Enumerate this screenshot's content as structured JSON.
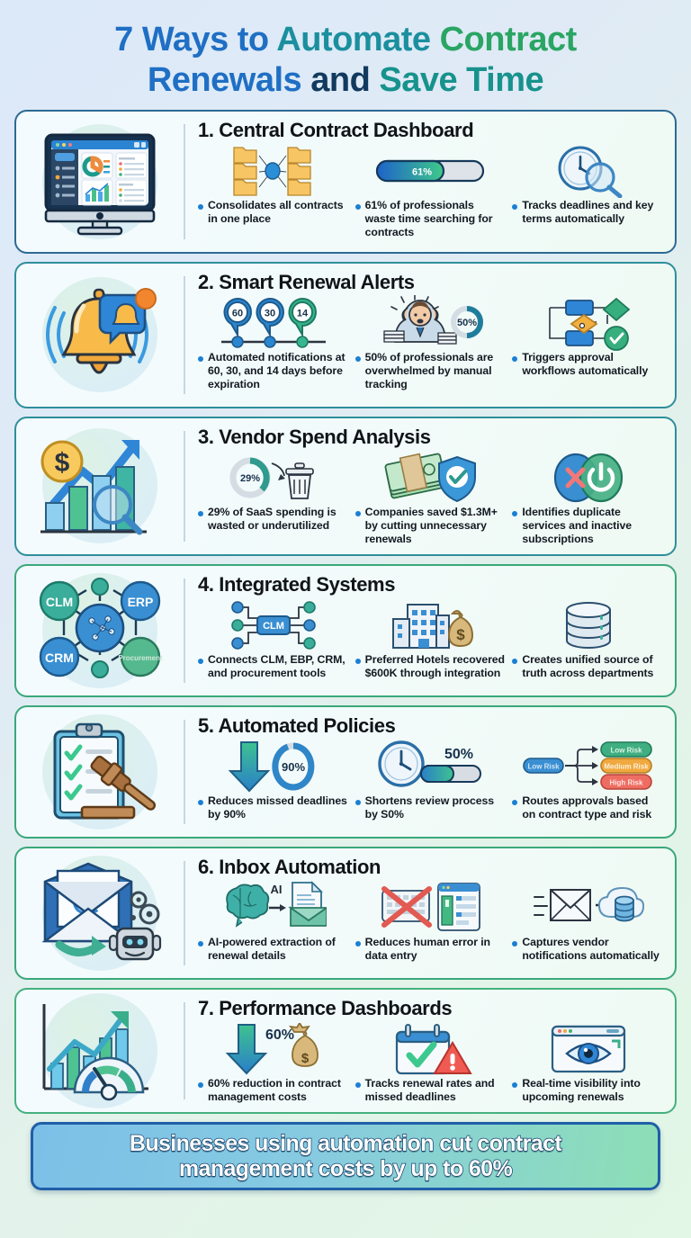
{
  "title": {
    "line1_a": "7 Ways to ",
    "line1_b": "Automate ",
    "line1_c": "Contract",
    "line2_a": "Renewals ",
    "line2_b": "and ",
    "line2_c": "Save Time"
  },
  "colors": {
    "blue": "#1f6fc4",
    "dark_navy": "#123a5e",
    "teal": "#1b8f9e",
    "green": "#2aa563",
    "bullet_dot": "#1a7fd4",
    "card_border_blue": "#2d6a94",
    "card_border_green": "#3aa87a",
    "footer_border": "#1f5fa8"
  },
  "sections": [
    {
      "number": "1.",
      "heading": "1. Central Contract Dashboard",
      "hero_icon": "desktop-dashboard-icon",
      "columns": [
        {
          "art": "folder-network-icon",
          "text": "Consolidates all contracts in one place"
        },
        {
          "art": "progress-bar-61",
          "stat": "61%",
          "text": "61% of professionals waste time searching for contracts"
        },
        {
          "art": "clock-magnifier-icon",
          "text": "Tracks deadlines and key terms automatically"
        }
      ]
    },
    {
      "number": "2.",
      "heading": "2. Smart Renewal Alerts",
      "hero_icon": "bell-notification-icon",
      "columns": [
        {
          "art": "timeline-pins-60-30-14",
          "pins": [
            "60",
            "30",
            "14"
          ],
          "text": "Automated notifications at 60, 30, and 14 days before expiration"
        },
        {
          "art": "stressed-person-donut-50",
          "stat": "50%",
          "text": "50% of professionals are overwhelmed by manual tracking"
        },
        {
          "art": "workflow-diagram-icon",
          "text": "Triggers approval workflows automatically"
        }
      ]
    },
    {
      "number": "3.",
      "heading": "3. Vendor Spend Analysis",
      "hero_icon": "dollar-chart-growth-icon",
      "columns": [
        {
          "art": "donut-29-trash-icon",
          "stat": "29%",
          "text": "29% of SaaS spending is wasted or underutilized"
        },
        {
          "art": "cash-shield-icon",
          "text": "Companies saved $1.3M+ by cutting unnecessary renewals"
        },
        {
          "art": "duplicate-cancel-power-icon",
          "text": "Identifies duplicate services and inactive subscriptions"
        }
      ]
    },
    {
      "number": "4.",
      "heading": "4. Integrated Systems",
      "hero_icon": "systems-network-icon",
      "hero_nodes": [
        "CLM",
        "ERP",
        "CRM",
        "Procurement"
      ],
      "columns": [
        {
          "art": "clm-hub-icon",
          "badge": "CLM",
          "text": "Connects CLM, EBP, CRM, and procurement tools"
        },
        {
          "art": "building-moneybag-icon",
          "text": "Preferred Hotels recovered $600K through integration"
        },
        {
          "art": "database-stack-icon",
          "text": "Creates unified source of truth across departments"
        }
      ]
    },
    {
      "number": "5.",
      "heading": "5. Automated Policies",
      "hero_icon": "clipboard-gavel-icon",
      "columns": [
        {
          "art": "down-arrow-donut-90",
          "stat": "90%",
          "text": "Reduces missed deadlines by 90%"
        },
        {
          "art": "clock-progress-50",
          "stat": "50%",
          "text": "Shortens review process by S0%"
        },
        {
          "art": "risk-routing-icon",
          "labels": [
            "Low Risk",
            "Low Risk",
            "Medium Risk",
            "High Risk"
          ],
          "text": "Routes approvals based on contract type and risk"
        }
      ]
    },
    {
      "number": "6.",
      "heading": "6. Inbox Automation",
      "hero_icon": "envelope-robot-icon",
      "columns": [
        {
          "art": "brain-ai-document-icon",
          "badge": "AI",
          "text": "AI-powered extraction of renewal details"
        },
        {
          "art": "keyboard-crossed-form-icon",
          "text": "Reduces human error in data entry"
        },
        {
          "art": "envelope-cloud-database-icon",
          "text": "Captures vendor notifications automatically"
        }
      ]
    },
    {
      "number": "7.",
      "heading": "7. Performance Dashboards",
      "hero_icon": "growth-chart-gauge-icon",
      "columns": [
        {
          "art": "down-arrow-moneybag-60",
          "stat": "60%",
          "text": "60% reduction in contract management costs"
        },
        {
          "art": "calendar-check-alert-icon",
          "text": "Tracks renewal rates and missed deadlines"
        },
        {
          "art": "browser-eye-icon",
          "text": "Real-time visibility into upcoming renewals"
        }
      ]
    }
  ],
  "footer": {
    "line1": "Businesses using automation cut contract",
    "line2": "management costs by up to 60%"
  }
}
